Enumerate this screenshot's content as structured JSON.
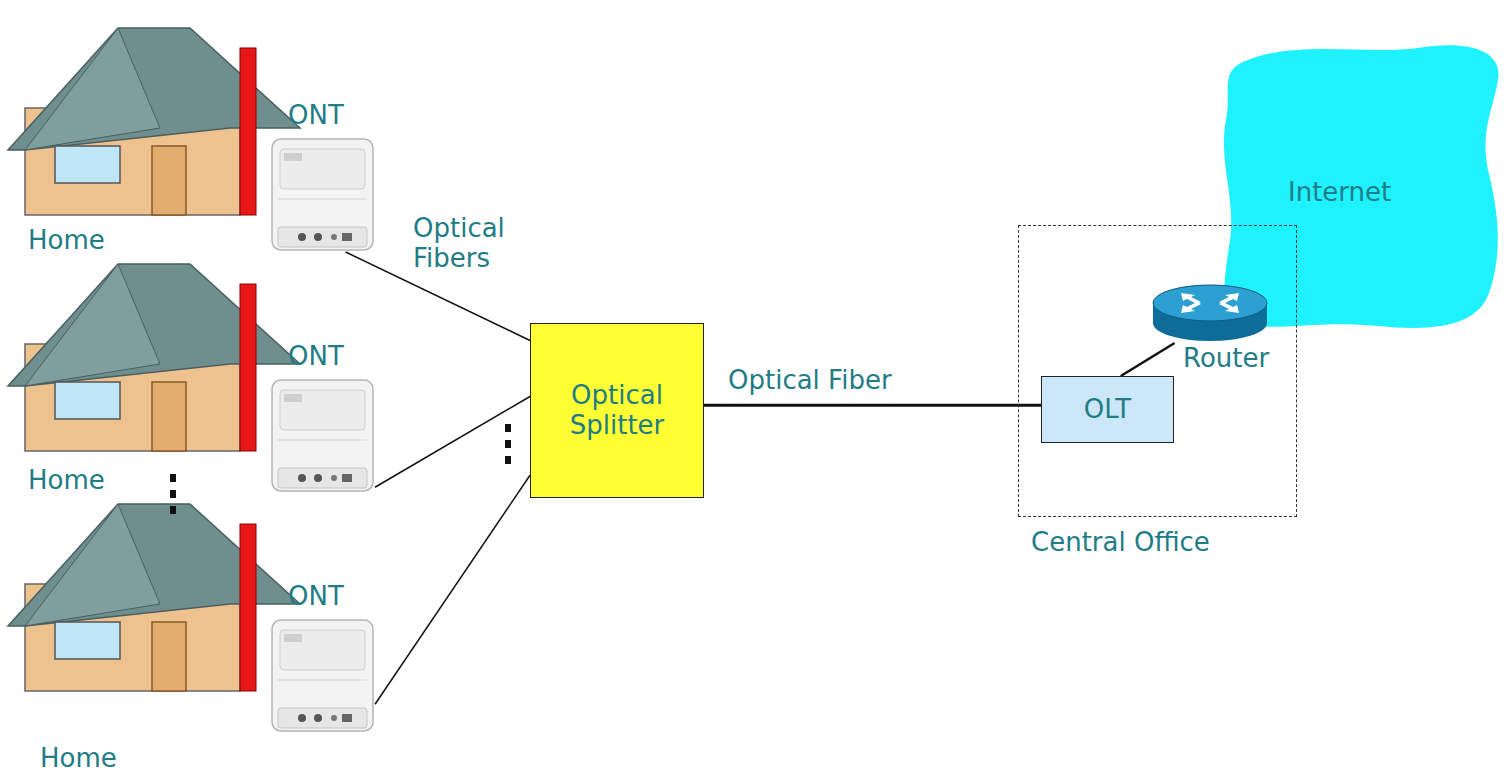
{
  "diagram": {
    "nodes": [
      {
        "text": [
          "ONT"
        ]
      },
      {
        "text": [
          "ONT"
        ]
      },
      {
        "text": [
          "ONT"
        ]
      },
      {
        "text": [
          "Optical Splitter"
        ]
      },
      {
        "text": [
          "Central Office"
        ]
      },
      {
        "text": [
          "OLT"
        ],
        "in": 4
      },
      {
        "text": [
          "Router"
        ],
        "in": 4
      },
      {
        "text": [
          "Internet"
        ]
      }
    ],
    "edges": [
      {
        "from": 0,
        "to": 3,
        "arrow": "none",
        "label": "Optical Fibers"
      },
      {
        "from": 1,
        "to": 3,
        "arrow": "none"
      },
      {
        "from": 2,
        "to": 3,
        "arrow": "none"
      },
      {
        "from": 3,
        "to": 5,
        "arrow": "none",
        "label": "Optical Fiber"
      },
      {
        "from": 5,
        "to": 6,
        "arrow": "none"
      }
    ],
    "labels": [
      "Home",
      "Home",
      "Home"
    ]
  }
}
